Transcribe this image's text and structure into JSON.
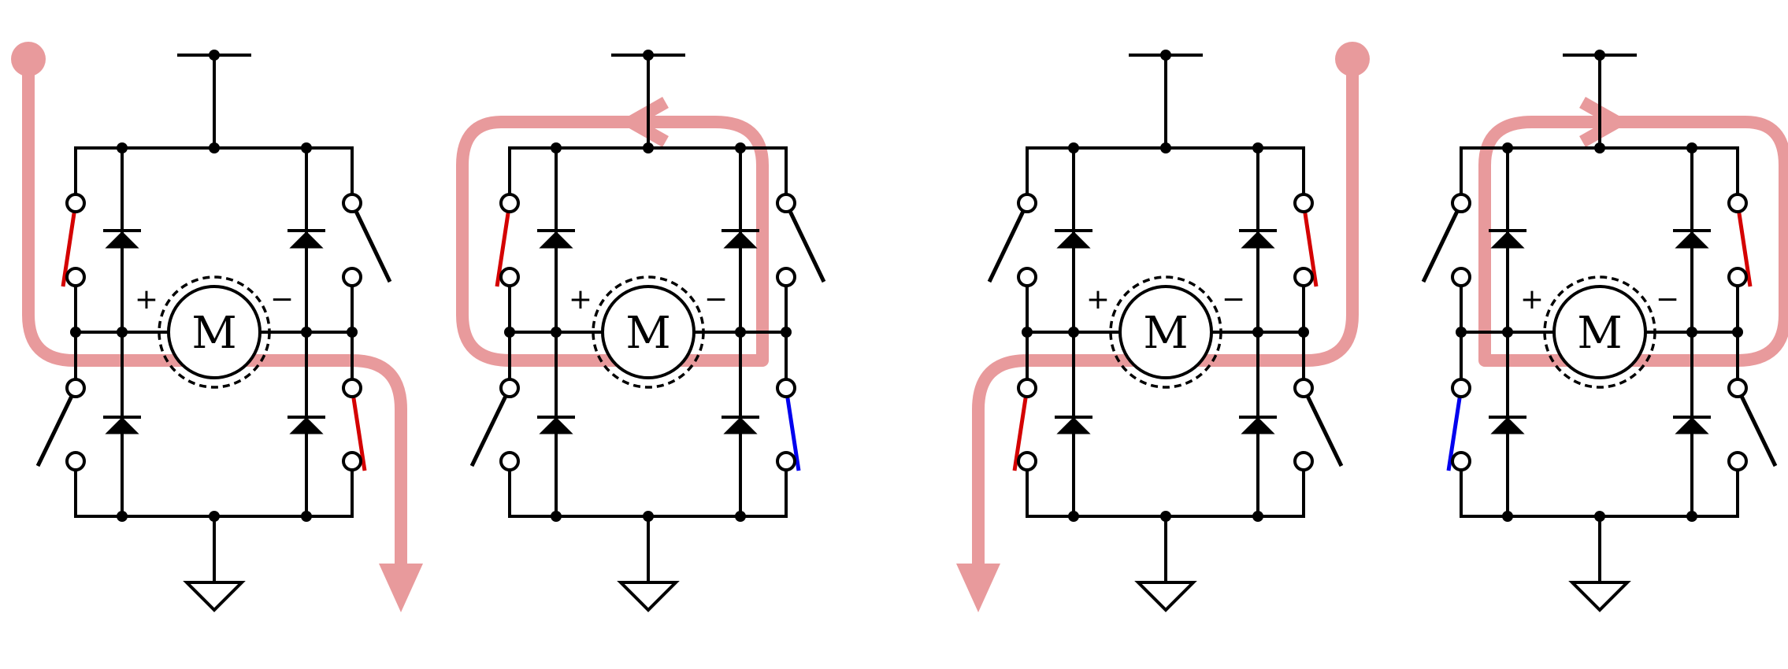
{
  "motor_label": "M",
  "plus_label": "+",
  "minus_label": "−",
  "colors": {
    "wire": "#000000",
    "closed_driving": "#d40000",
    "closed_freewheel": "#0000ee",
    "current_path": "#e89a9c"
  },
  "panels": [
    {
      "switches": {
        "top_left": "closed",
        "top_right": "open",
        "bottom_left": "open",
        "bottom_right": "closed"
      },
      "switch_colors": {
        "top_left": "red",
        "bottom_right": "red"
      },
      "current_path": "supply-through-high-left-motor-low-right"
    },
    {
      "switches": {
        "top_left": "closed",
        "top_right": "open",
        "bottom_left": "open",
        "bottom_right": "closed"
      },
      "switch_colors": {
        "top_left": "red",
        "bottom_right": "blue"
      },
      "current_path": "freewheel-loop-through-high-left-and-right-diode"
    },
    {
      "switches": {
        "top_left": "open",
        "top_right": "closed",
        "bottom_left": "closed",
        "bottom_right": "open"
      },
      "switch_colors": {
        "top_right": "red",
        "bottom_left": "red"
      },
      "current_path": "supply-through-high-right-motor-low-left"
    },
    {
      "switches": {
        "top_left": "open",
        "top_right": "closed",
        "bottom_left": "closed",
        "bottom_right": "open"
      },
      "switch_colors": {
        "top_right": "red",
        "bottom_left": "blue"
      },
      "current_path": "freewheel-loop-through-high-right-and-left-diode"
    }
  ]
}
